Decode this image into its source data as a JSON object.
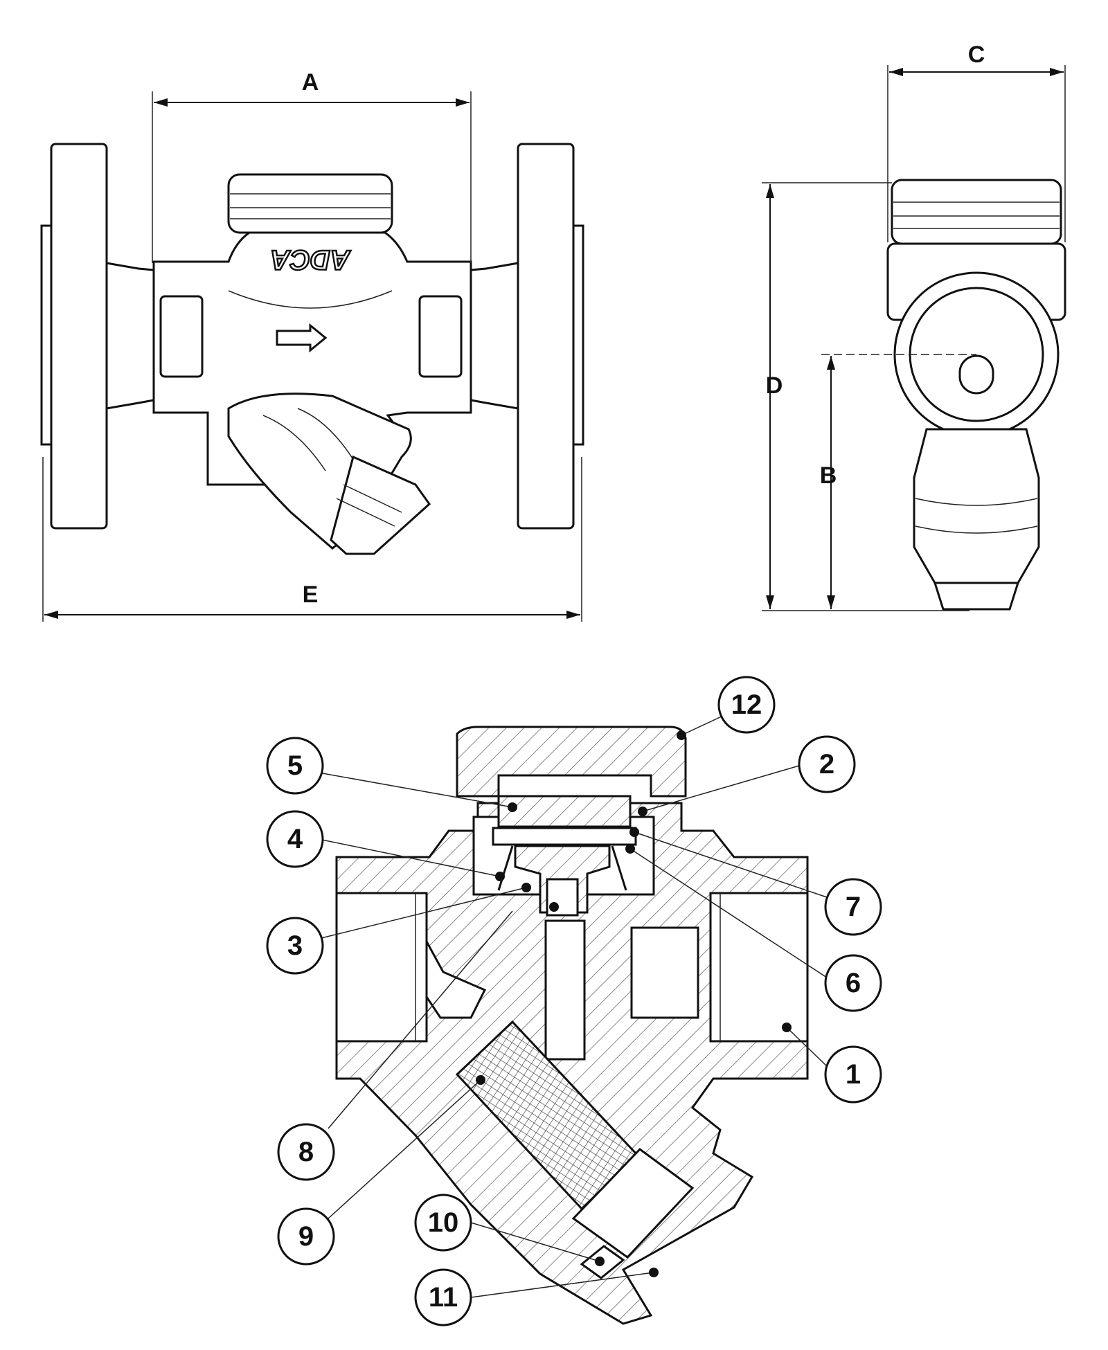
{
  "dimensions": [
    "A",
    "B",
    "C",
    "D",
    "E"
  ],
  "brand_logo": "ADCA",
  "parts": [
    "1",
    "2",
    "3",
    "4",
    "5",
    "6",
    "7",
    "8",
    "9",
    "10",
    "11",
    "12"
  ]
}
